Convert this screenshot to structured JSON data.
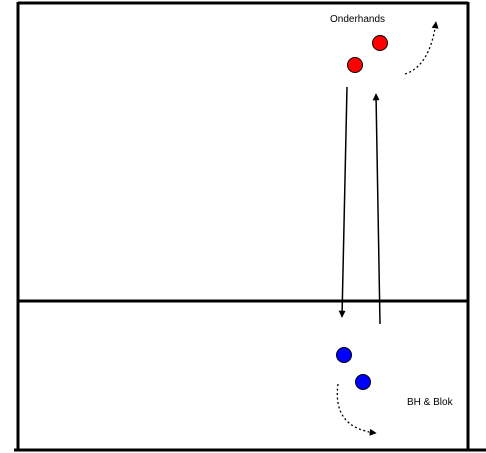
{
  "labels": {
    "top_group": "Onderhands",
    "bottom_group": "BH & Blok"
  },
  "colors": {
    "court_line": "#000000",
    "team_top": "#ff0000",
    "team_bottom": "#0000ff",
    "arrow": "#000000",
    "background": "#ffffff"
  },
  "players": [
    {
      "team": "top",
      "name": "player-red-1"
    },
    {
      "team": "top",
      "name": "player-red-2"
    },
    {
      "team": "bottom",
      "name": "player-blue-1"
    },
    {
      "team": "bottom",
      "name": "player-blue-2"
    }
  ],
  "arrows": [
    {
      "style": "solid",
      "direction": "down"
    },
    {
      "style": "solid",
      "direction": "up"
    },
    {
      "style": "dotted",
      "direction": "curve-up-right"
    },
    {
      "style": "dotted",
      "direction": "curve-down-right"
    }
  ]
}
